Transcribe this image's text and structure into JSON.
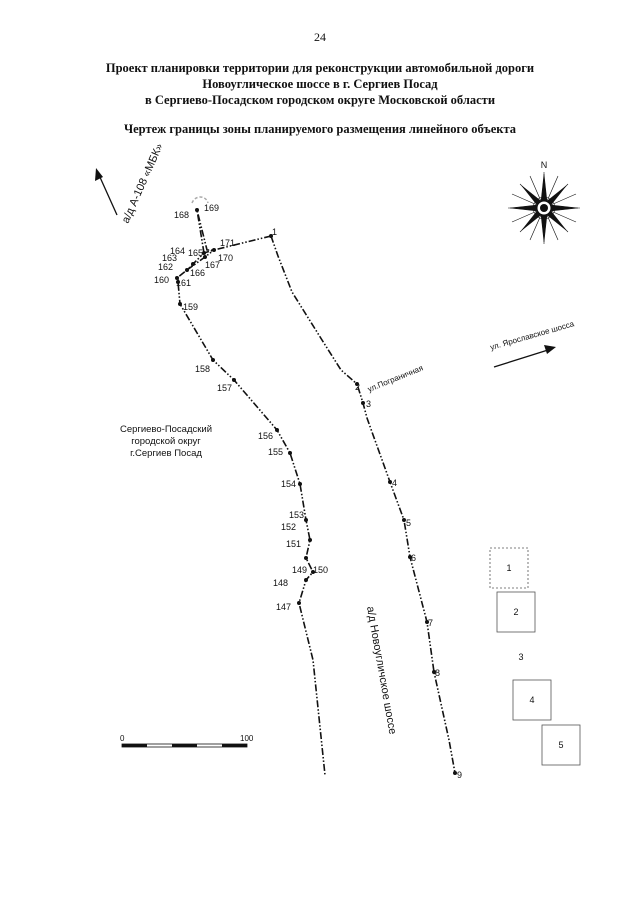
{
  "page_number": "24",
  "title_lines": [
    "Проект планировки территории для реконструкции автомобильной дороги",
    "Новоуглическое шоссе в г. Сергиев Посад",
    "в Сергиево-Посадском городском округе Московской области"
  ],
  "subtitle": "Чертеж границы зоны планируемого размещения линейного объекта",
  "map": {
    "compass_north": "N",
    "road_a108": "а/д А-108 «МБК»",
    "road_yaroslavl": "ул. Ярославское шосса",
    "street_pogranichnaya": "ул.Пограничная",
    "road_novouglich": "а/д Новоугличское шоссе",
    "district_lines": [
      "Сергиево-Посадский",
      "городской округ",
      "г.Сергиев Посад"
    ],
    "scale_start": "0",
    "scale_end": "100",
    "points": {
      "p1": "1",
      "p2": "2",
      "p3": "3",
      "p4": "4",
      "p5": "5",
      "p6": "6",
      "p7": "7",
      "p8": "8",
      "p9": "9",
      "p147": "147",
      "p148": "148",
      "p149": "149",
      "p150": "150",
      "p151": "151",
      "p152": "152",
      "p153": "153",
      "p154": "154",
      "p155": "155",
      "p156": "156",
      "p157": "157",
      "p158": "158",
      "p159": "159",
      "p160": "160",
      "p161": "161",
      "p162": "162",
      "p163": "163",
      "p164": "164",
      "p165": "165",
      "p166": "166",
      "p167": "167",
      "p168": "168",
      "p169": "169",
      "p170": "170",
      "p171": "171"
    },
    "sheets": [
      "1",
      "2",
      "3",
      "4",
      "5"
    ]
  }
}
